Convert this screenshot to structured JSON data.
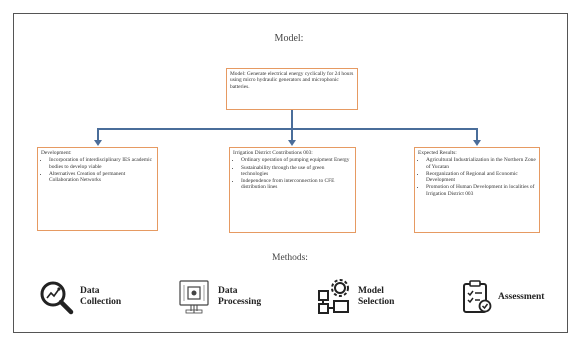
{
  "headings": {
    "model": "Model:",
    "methods": "Methods:"
  },
  "model_box": {
    "text": "Model: Generate electrical energy cyclically for 24 hours using micro hydraulic generators and microphonic batteries."
  },
  "boxes": [
    {
      "title": "Development:",
      "items": [
        "Incorporation of interdisciplinary IES academic bodies to develop viable",
        "Alternatives Creation of permanent Collaboration Networks"
      ]
    },
    {
      "title": "Irrigation District Contributions 003:",
      "items": [
        "Ordinary operation of pumping equipment Energy",
        "Sustainability through the use of green technologies",
        "Independence from interconnection to CFE distribution lines"
      ]
    },
    {
      "title": "Expected Results:",
      "items": [
        "Agricultural Industrialization in the Northern Zone of Yucatan",
        "Reorganization of Regional and Economic Development",
        "Promotion of Human Development in localities of Irrigation District 003"
      ]
    }
  ],
  "methods": [
    {
      "icon": "magnifier-chart-icon",
      "line1": "Data",
      "line2": "Collection"
    },
    {
      "icon": "circuit-processor-icon",
      "line1": "Data",
      "line2": "Processing"
    },
    {
      "icon": "gear-flowchart-icon",
      "line1": "Model",
      "line2": "Selection"
    },
    {
      "icon": "clipboard-checklist-icon",
      "line1": "Assessment",
      "line2": ""
    }
  ],
  "colors": {
    "box_border": "#e69a62",
    "connector": "#4a6d9a"
  }
}
